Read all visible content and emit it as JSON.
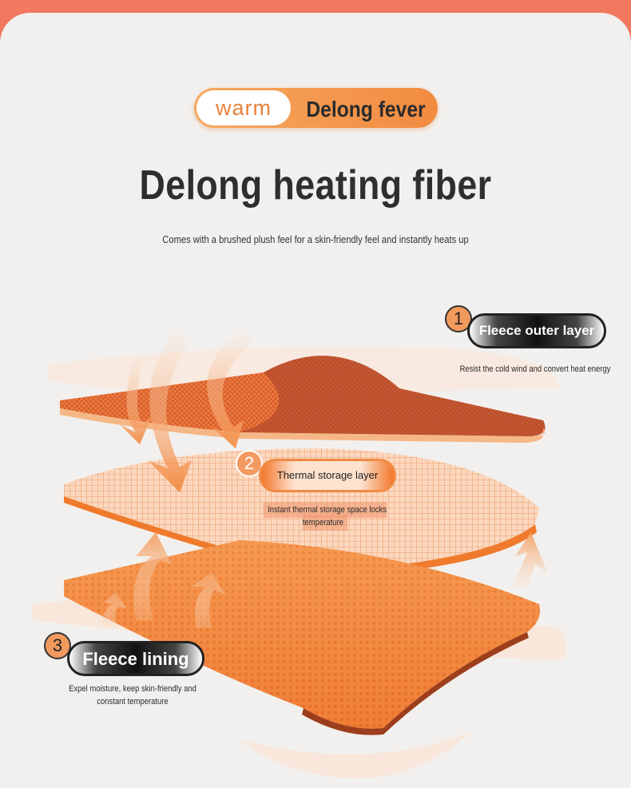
{
  "header": {
    "pill_left": "warm",
    "pill_right": "Delong fever"
  },
  "title": "Delong heating fiber",
  "subtitle": "Comes with a brushed plush feel for a skin-friendly feel and instantly heats up",
  "layers": [
    {
      "number": "1",
      "name": "Fleece outer layer",
      "description": "Resist the cold wind and convert heat energy"
    },
    {
      "number": "2",
      "name": "Thermal storage layer",
      "description": "Instant thermal storage space locks temperature"
    },
    {
      "number": "3",
      "name": "Fleece lining",
      "description": "Expel moisture, keep skin-friendly and constant temperature"
    }
  ],
  "colors": {
    "banner": "#f0795f",
    "background": "#f2f0ee",
    "accent": "#f28b40",
    "dark_tag": "#1a1a1a"
  }
}
